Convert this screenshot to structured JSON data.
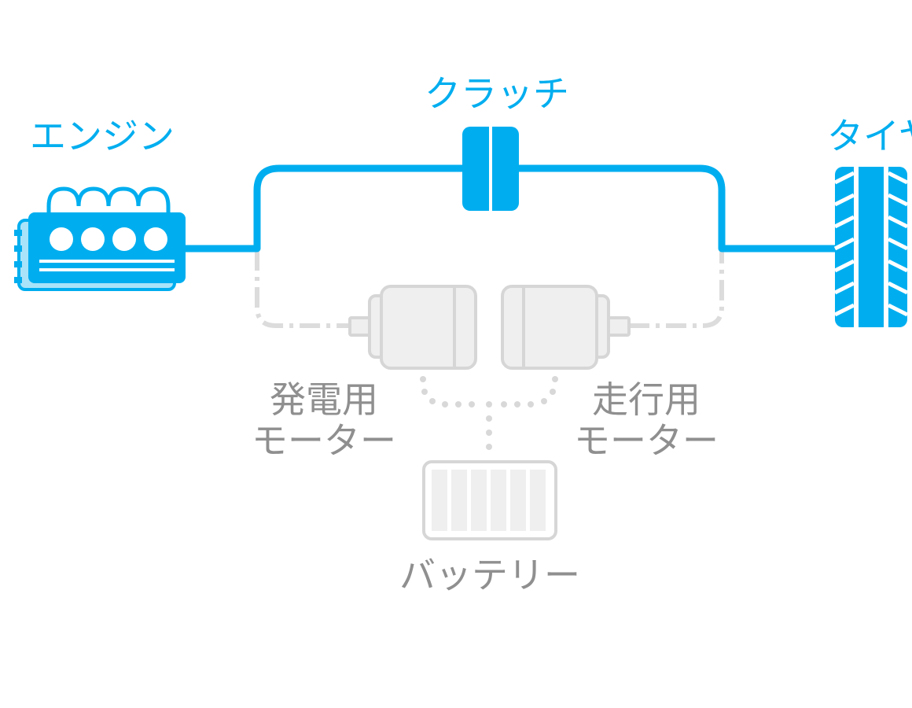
{
  "colors": {
    "active": "#00aeef",
    "active_light": "#a9e3f9",
    "inactive_stroke": "#d6d6d6",
    "inactive_fill": "#efefef",
    "inactive_text": "#8f8f8f"
  },
  "labels": {
    "engine": "エンジン",
    "clutch": "クラッチ",
    "tire": "タイヤ",
    "generator_motor": [
      "発電用",
      "モーター"
    ],
    "drive_motor": [
      "走行用",
      "モーター"
    ],
    "battery": "バッテリー"
  },
  "icons": [
    "engine-icon",
    "clutch-icon",
    "tire-icon",
    "generator-motor-icon",
    "drive-motor-icon",
    "battery-icon"
  ]
}
